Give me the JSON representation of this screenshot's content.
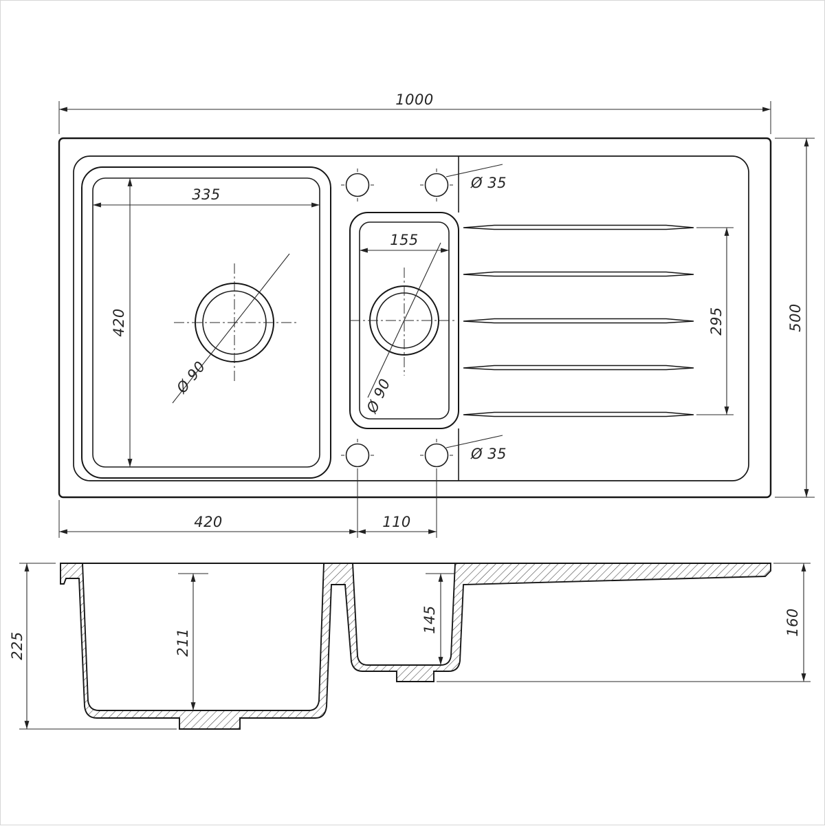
{
  "drawing": {
    "colors": {
      "line": "#161616",
      "background": "#ffffff"
    },
    "dimensions": {
      "overall_width": "1000",
      "overall_depth": "500",
      "main_bowl_width": "335",
      "main_bowl_length": "420",
      "small_bowl_width": "155",
      "drainer_length": "295",
      "offset_left_to_taphole": "420",
      "taphole_spacing": "110",
      "main_drain": "Ø 90",
      "small_drain": "Ø 90",
      "taphole_top": "Ø 35",
      "taphole_bottom": "Ø 35",
      "overall_height": "225",
      "main_bowl_depth": "211",
      "small_bowl_depth": "145",
      "right_end_height": "160"
    }
  }
}
